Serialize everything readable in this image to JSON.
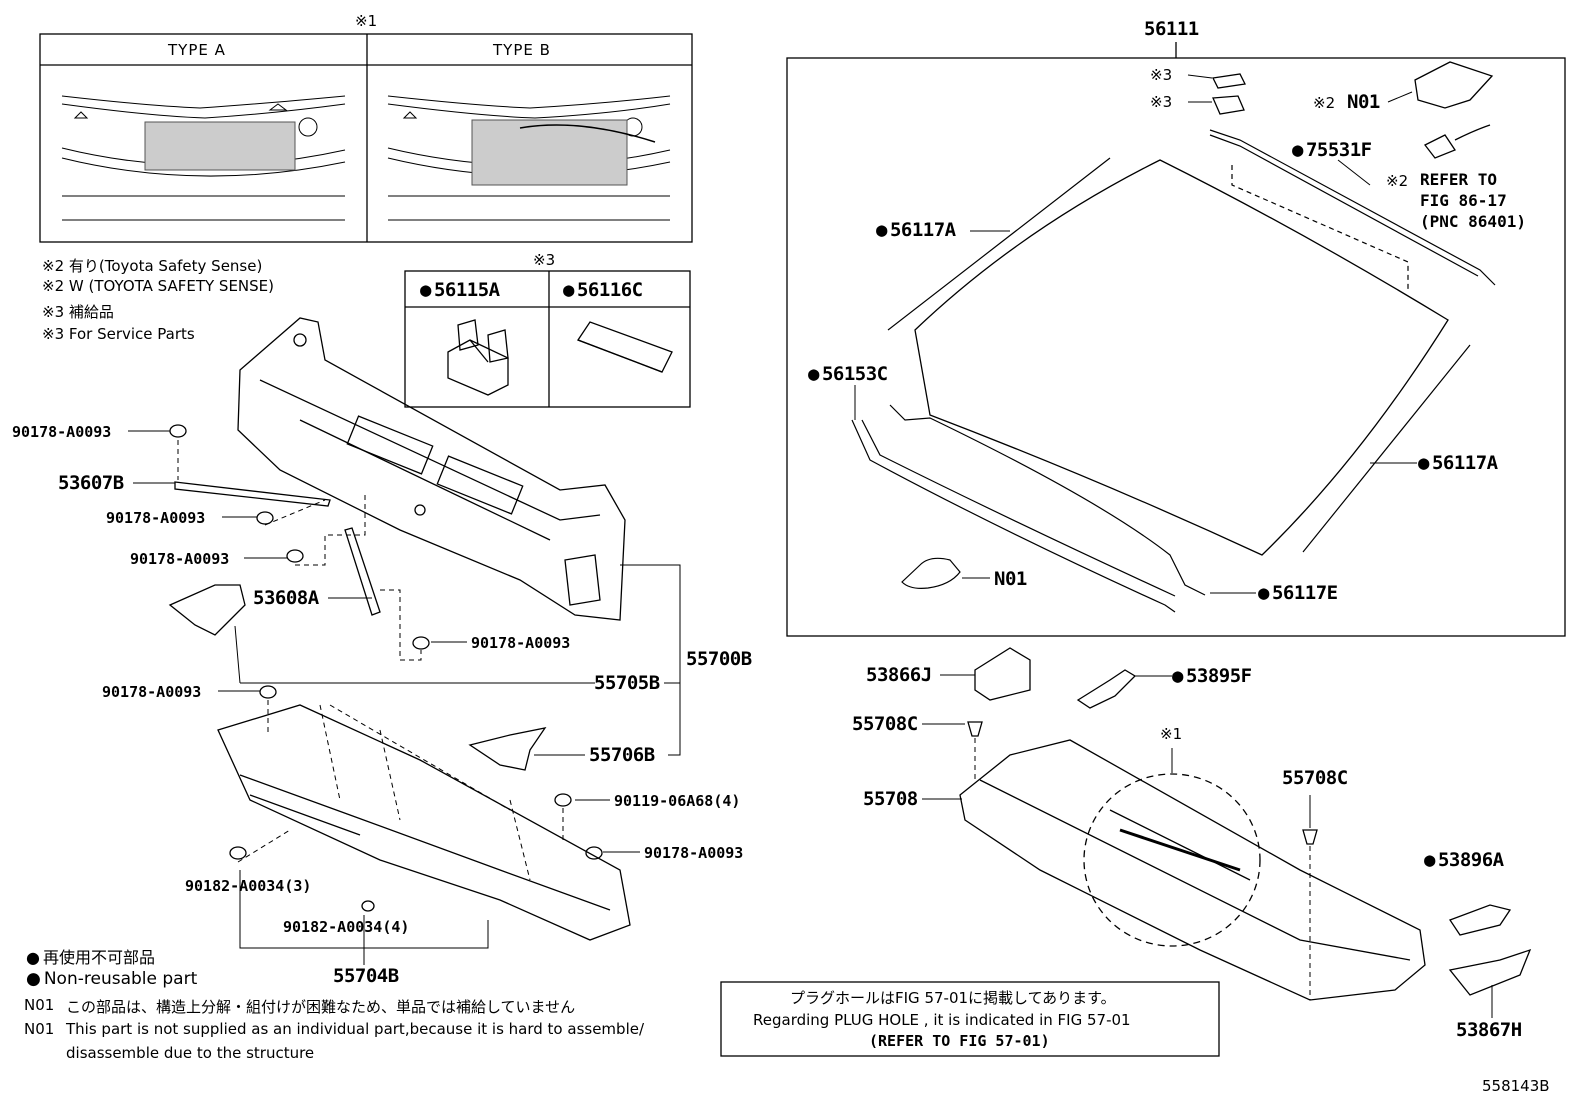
{
  "inset_top": {
    "ref_mark": "※1",
    "type_a": "TYPE A",
    "type_b": "TYPE B"
  },
  "notes": {
    "line1": "※2 有り(Toyota Safety Sense)",
    "line2": "※2 W (TOYOTA SAFETY SENSE)",
    "line3": "※3 補給品",
    "line4": "※3 For Service Parts"
  },
  "inset_service": {
    "ref_mark": "※3",
    "left_label": "56115A",
    "right_label": "56116C"
  },
  "left_parts": {
    "p90178_1": "90178-A0093",
    "p53607B": "53607B",
    "p90178_2": "90178-A0093",
    "p90178_3": "90178-A0093",
    "p53608A": "53608A",
    "p90178_4": "90178-A0093",
    "p55705B": "55705B",
    "p55700B": "55700B",
    "p90178_5": "90178-A0093",
    "p55706B": "55706B",
    "p90119": "90119-06A68(4)",
    "p90178_6": "90178-A0093",
    "p90182_a": "90182-A0034(3)",
    "p90182_b": "90182-A0034(4)",
    "p55704B": "55704B"
  },
  "legend": {
    "jp": "再使用不可部品",
    "en": "Non-reusable part",
    "n01_label": "N01",
    "n01_jp": "この部品は、構造上分解・組付けが困難なため、単品では補給していません",
    "n01_en_1": "This part is not supplied as an individual part,because it is hard to assemble/",
    "n01_en_2": "disassemble due to the structure"
  },
  "right_parts": {
    "p56111": "56111",
    "mark3_a": "※3",
    "mark3_b": "※3",
    "mark2_n01": "※2",
    "n01_top": "N01",
    "p75531F": "75531F",
    "mark2_ref": "※2",
    "refer_1": "REFER TO",
    "refer_2": "FIG 86-17",
    "refer_3": "(PNC 86401)",
    "p56117A_top": "56117A",
    "p56153C": "56153C",
    "p56117A_right": "56117A",
    "n01_bottom": "N01",
    "p56117E": "56117E",
    "p53866J": "53866J",
    "p53895F": "53895F",
    "p55708C_left": "55708C",
    "mark1": "※1",
    "p55708C_right": "55708C",
    "p55708": "55708",
    "p53896A": "53896A",
    "p53867H": "53867H"
  },
  "plug_box": {
    "line1": "プラグホールはFIG 57-01に掲載してあります。",
    "line2": "Regarding  PLUG  HOLE , it is indicated in FIG  57-01",
    "line3": "(REFER  TO  FIG 57-01)"
  },
  "figure_id": "558143B"
}
